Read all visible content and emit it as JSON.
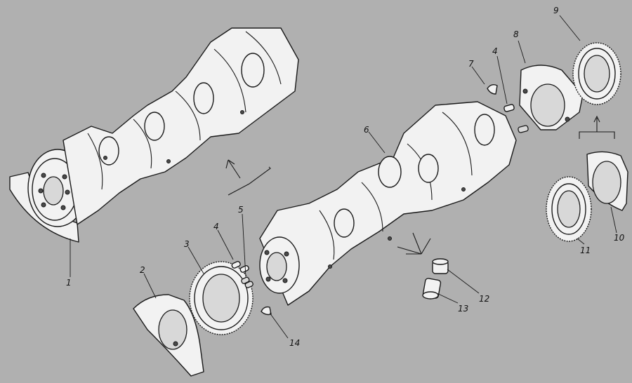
{
  "callouts": [
    {
      "id": "c1",
      "text": "1"
    },
    {
      "id": "c2",
      "text": "2"
    },
    {
      "id": "c3",
      "text": "3"
    },
    {
      "id": "c4a",
      "text": "4"
    },
    {
      "id": "c5",
      "text": "5"
    },
    {
      "id": "c6",
      "text": "6"
    },
    {
      "id": "c7",
      "text": "7"
    },
    {
      "id": "c4b",
      "text": "4"
    },
    {
      "id": "c8",
      "text": "8"
    },
    {
      "id": "c9",
      "text": "9"
    },
    {
      "id": "c10",
      "text": "10"
    },
    {
      "id": "c11",
      "text": "11"
    },
    {
      "id": "c12",
      "text": "12"
    },
    {
      "id": "c13",
      "text": "13"
    },
    {
      "id": "c14",
      "text": "14"
    }
  ],
  "colors": {
    "background": "#b0b0b0",
    "part_fill": "#f2f2f2",
    "ink": "#1a1a1a"
  }
}
